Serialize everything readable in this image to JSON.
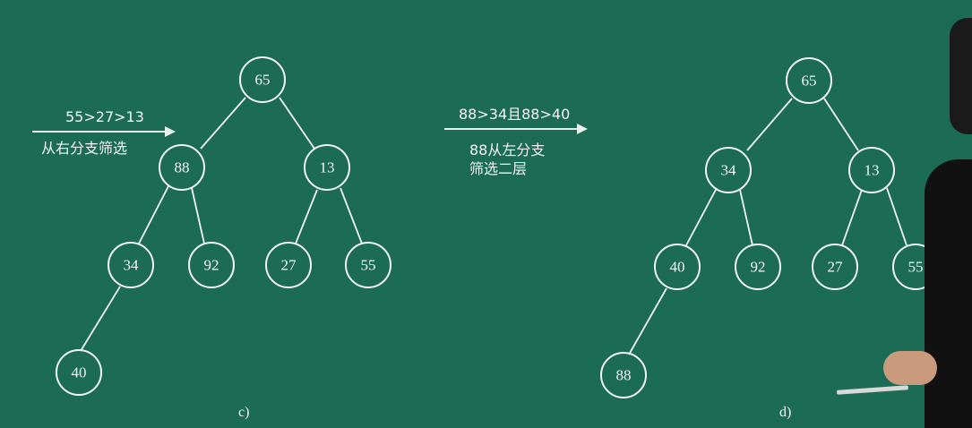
{
  "diagram_c": {
    "annotation_line1": "55>27>13",
    "annotation_line2": "从右分支筛选",
    "caption": "c)",
    "nodes": [
      {
        "id": "c-root",
        "label": "65"
      },
      {
        "id": "c-l",
        "label": "88"
      },
      {
        "id": "c-r",
        "label": "13"
      },
      {
        "id": "c-ll",
        "label": "34"
      },
      {
        "id": "c-lr",
        "label": "92"
      },
      {
        "id": "c-rl",
        "label": "27"
      },
      {
        "id": "c-rr",
        "label": "55"
      },
      {
        "id": "c-lll",
        "label": "40"
      }
    ]
  },
  "diagram_d": {
    "annotation_line1": "88>34且88>40",
    "annotation_line2": "88从左分支",
    "annotation_line3": "筛选二层",
    "caption": "d)",
    "nodes": [
      {
        "id": "d-root",
        "label": "65"
      },
      {
        "id": "d-l",
        "label": "34"
      },
      {
        "id": "d-r",
        "label": "13"
      },
      {
        "id": "d-ll",
        "label": "40"
      },
      {
        "id": "d-lr",
        "label": "92"
      },
      {
        "id": "d-rl",
        "label": "27"
      },
      {
        "id": "d-rr",
        "label": "55"
      },
      {
        "id": "d-lll",
        "label": "88"
      }
    ]
  },
  "colors": {
    "background": "#1b6b55",
    "chalk": "#f2f6f3"
  }
}
